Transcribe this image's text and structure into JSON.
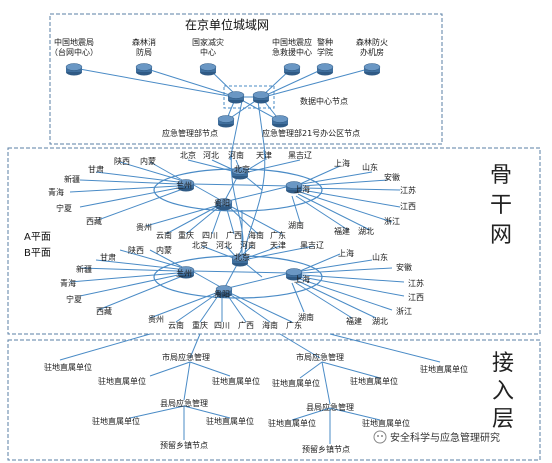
{
  "metro": {
    "title": "在京单位城域网",
    "units": [
      [
        "中国地震局",
        "（台网中心）"
      ],
      [
        "森林消",
        "防局"
      ],
      [
        "国家减灾",
        "中心"
      ],
      [
        "中国地震应",
        "急救援中心"
      ],
      [
        "警种",
        "学院"
      ],
      [
        "森林防火",
        "办机房"
      ]
    ],
    "data_center": "数据中心节点",
    "ministry_node": "应急管理部节点",
    "office_node": "应急管理部21号办公区节点"
  },
  "backbone": {
    "title_chars": [
      "骨",
      "干",
      "网"
    ],
    "plane_a": "A平面",
    "plane_b": "B平面",
    "hubs": [
      "北京",
      "兰州",
      "上海",
      "贵阳"
    ],
    "top_labels": [
      "北京",
      "河北",
      "河南",
      "天津",
      "黑吉辽"
    ],
    "west_labels": [
      "陕西",
      "内蒙",
      "甘肃",
      "新疆",
      "青海",
      "宁夏",
      "西藏"
    ],
    "east_labels": [
      "上海",
      "山东",
      "安徽",
      "江苏",
      "江西",
      "浙江",
      "湖南",
      "福建",
      "湖北"
    ],
    "bottom_labels": [
      "贵州",
      "云南",
      "重庆",
      "四川",
      "广西",
      "海南",
      "广东"
    ]
  },
  "access": {
    "title_chars": [
      "接",
      "入",
      "层"
    ],
    "direct_unit": "驻地直属单位",
    "city_bureau": "市局应急管理",
    "county_bureau": "县局应急管理",
    "township": "预留乡镇节点"
  },
  "watermark": "安全科学与应急管理研究",
  "colors": {
    "line": "#4a8bc6",
    "router_fill": "#3f6f9e",
    "router_top": "#6a97c4",
    "frame": "#5a7fa6"
  }
}
